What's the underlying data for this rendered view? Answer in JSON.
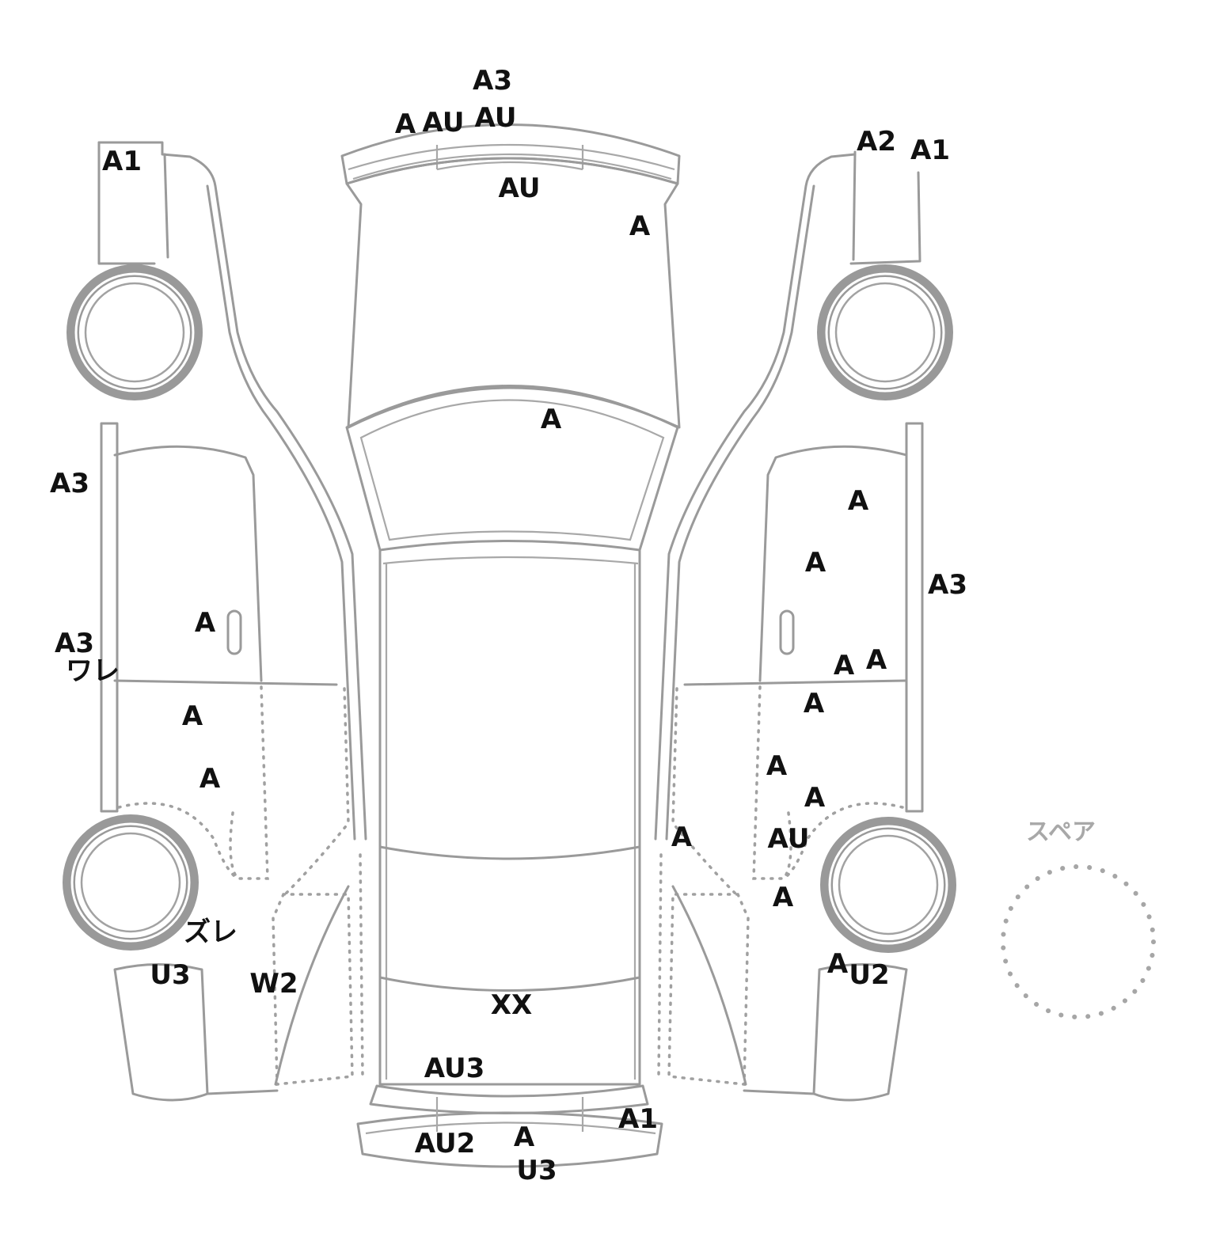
{
  "spare_label": "スペア",
  "marks": [
    {
      "code": "A3"
    },
    {
      "code": "A"
    },
    {
      "code": "AU"
    },
    {
      "code": "AU"
    },
    {
      "code": "AU"
    },
    {
      "code": "A"
    },
    {
      "code": "A"
    },
    {
      "code": "XX"
    },
    {
      "code": "AU3"
    },
    {
      "code": "AU2"
    },
    {
      "code": "A"
    },
    {
      "code": "U3"
    },
    {
      "code": "A1"
    },
    {
      "code": "A1"
    },
    {
      "code": "A3"
    },
    {
      "code": "A3"
    },
    {
      "code": "ワレ"
    },
    {
      "code": "A"
    },
    {
      "code": "A"
    },
    {
      "code": "A"
    },
    {
      "code": "ズレ"
    },
    {
      "code": "U3"
    },
    {
      "code": "W2"
    },
    {
      "code": "A2"
    },
    {
      "code": "A1"
    },
    {
      "code": "A"
    },
    {
      "code": "A"
    },
    {
      "code": "A3"
    },
    {
      "code": "A"
    },
    {
      "code": "A"
    },
    {
      "code": "A"
    },
    {
      "code": "A"
    },
    {
      "code": "A"
    },
    {
      "code": "AU"
    },
    {
      "code": "A"
    },
    {
      "code": "A"
    },
    {
      "code": "A"
    },
    {
      "code": "U2"
    }
  ]
}
